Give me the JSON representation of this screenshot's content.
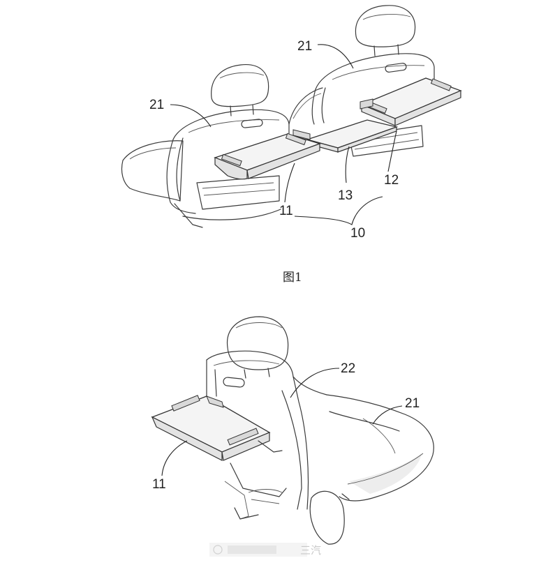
{
  "figure1": {
    "caption": "图1",
    "labels": {
      "seat_left": "21",
      "seat_right": "21",
      "tray_left": "11",
      "tray_right": "12",
      "tray_middle": "13",
      "assembly": "10"
    }
  },
  "figure2": {
    "labels": {
      "backrest": "22",
      "seat": "21",
      "tray": "11"
    }
  },
  "watermark": "三汽"
}
